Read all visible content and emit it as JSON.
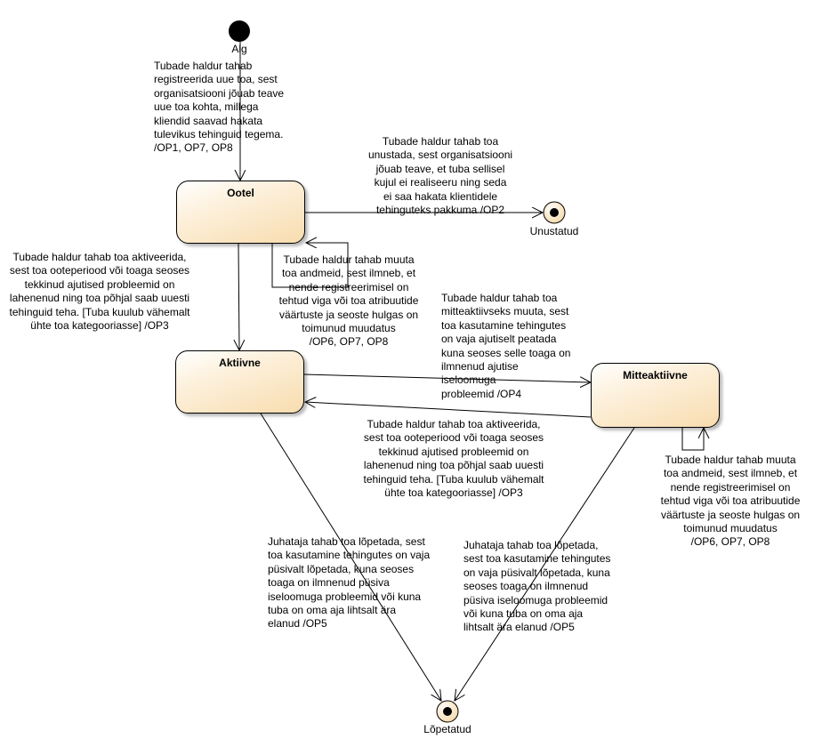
{
  "states": {
    "initial": {
      "label": "Alg"
    },
    "ootel": {
      "name": "Ootel"
    },
    "aktiivne": {
      "name": "Aktiivne"
    },
    "mitteaktiivne": {
      "name": "Mitteaktiivne"
    },
    "unustatud": {
      "label": "Unustatud"
    },
    "lopetatud": {
      "label": "Lõpetatud"
    }
  },
  "transitions": {
    "alg_to_ootel": "Tubade haldur tahab\nregistreerida uue toa, sest\norganisatsiooni jõuab teave\nuue toa kohta, millega\nkliendid saavad hakata\ntulevikus tehinguid tegema.\n/OP1, OP7, OP8",
    "ootel_to_unustatud": "Tubade haldur tahab toa\nunustada, sest organisatsiooni\njõuab teave, et tuba sellisel\nkujul ei realiseeru ning seda\nei saa hakata klientidele\ntehinguteks pakkuma /OP2",
    "ootel_self": "Tubade haldur tahab muuta\ntoa andmeid, sest ilmneb, et\nnende registreerimisel on\ntehtud viga või toa atribuutide\nväärtuste ja seoste hulgas on\ntoimunud muudatus\n/OP6, OP7, OP8",
    "ootel_to_aktiivne": "Tubade haldur tahab toa aktiveerida,\nsest toa ooteperiood või toaga seoses\ntekkinud ajutised probleemid on\nlahenenud ning toa põhjal saab uuesti\ntehinguid teha. [Tuba kuulub vähemalt\nühte toa kategooriasse] /OP3",
    "aktiivne_to_mitteaktiivne": "Tubade haldur tahab toa\nmitteaktiivseks muuta, sest\ntoa kasutamine tehingutes\non vaja ajutiselt peatada\nkuna seoses selle toaga on\nilmnenud ajutise\niseloomuga\nprobleemid /OP4",
    "mitteaktiivne_to_aktiivne": "Tubade haldur tahab toa aktiveerida,\nsest toa ooteperiood või toaga seoses\ntekkinud ajutised probleemid on\nlahenenud ning toa põhjal saab uuesti\ntehinguid teha. [Tuba kuulub vähemalt\nühte toa kategooriasse] /OP3",
    "mitteaktiivne_self": "Tubade haldur tahab muuta\ntoa andmeid, sest ilmneb, et\nnende registreerimisel on\ntehtud viga või toa atribuutide\nväärtuste ja seoste hulgas on\ntoimunud muudatus\n/OP6, OP7, OP8",
    "aktiivne_to_lopetatud": "Juhataja tahab toa lõpetada, sest\ntoa kasutamine tehingutes on vaja\npüsivalt lõpetada, kuna seoses\ntoaga on ilmnenud püsiva\niseloomuga probleemid või kuna\ntuba on oma aja lihtsalt ära\nelanud /OP5",
    "mitteaktiivne_to_lopetatud": "Juhataja tahab toa lõpetada,\nsest toa kasutamine tehingutes\non vaja püsivalt lõpetada, kuna\nseoses toaga on ilmnenud\npüsiva iseloomuga probleemid\nvõi kuna tuba on oma aja\nlihtsalt ära elanud /OP5"
  },
  "colors": {
    "state_fill": "#fbe5c2",
    "line": "#000000",
    "background": "#ffffff"
  }
}
